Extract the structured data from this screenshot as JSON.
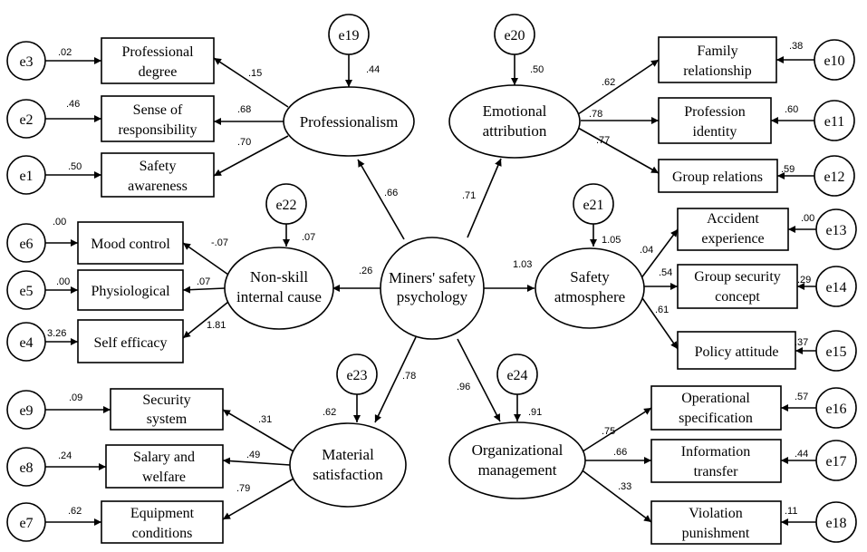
{
  "diagram": {
    "center": {
      "label_lines": [
        "Miners' safety",
        "psychology"
      ]
    },
    "latents": {
      "professionalism": {
        "label_lines": [
          "Professionalism"
        ],
        "path_coef": ".66"
      },
      "emotional": {
        "label_lines": [
          "Emotional",
          "attribution"
        ],
        "path_coef": ".71"
      },
      "nonskill": {
        "label_lines": [
          "Non-skill",
          "internal cause"
        ],
        "path_coef": ".26"
      },
      "safety_atm": {
        "label_lines": [
          "Safety",
          "atmosphere"
        ],
        "path_coef": "1.03"
      },
      "material": {
        "label_lines": [
          "Material",
          "satisfaction"
        ],
        "path_coef": ".78"
      },
      "organizational": {
        "label_lines": [
          "Organizational",
          "management"
        ],
        "path_coef": ".96"
      }
    },
    "disturbances": {
      "e19": {
        "label": "e19",
        "value": ".44"
      },
      "e20": {
        "label": "e20",
        "value": ".50"
      },
      "e21": {
        "label": "e21",
        "value": "1.05"
      },
      "e22": {
        "label": "e22",
        "value": ".07"
      },
      "e23": {
        "label": "e23",
        "value": ".62"
      },
      "e24": {
        "label": "e24",
        "value": ".91"
      }
    },
    "indicators": {
      "prof_degree": {
        "label_lines": [
          "Professional",
          "degree"
        ],
        "loading": ".15",
        "error": "e3",
        "error_value": ".02"
      },
      "sense_resp": {
        "label_lines": [
          "Sense of",
          "responsibility"
        ],
        "loading": ".68",
        "error": "e2",
        "error_value": ".46"
      },
      "safety_aware": {
        "label_lines": [
          "Safety",
          "awareness"
        ],
        "loading": ".70",
        "error": "e1",
        "error_value": ".50"
      },
      "family_rel": {
        "label_lines": [
          "Family",
          "relationship"
        ],
        "loading": ".62",
        "error": "e10",
        "error_value": ".38"
      },
      "prof_identity": {
        "label_lines": [
          "Profession",
          "identity"
        ],
        "loading": ".78",
        "error": "e11",
        "error_value": ".60"
      },
      "group_rel": {
        "label_lines": [
          "Group relations"
        ],
        "loading": ".77",
        "error": "e12",
        "error_value": ".59"
      },
      "mood_ctrl": {
        "label_lines": [
          "Mood control"
        ],
        "loading": "-.07",
        "error": "e6",
        "error_value": ".00"
      },
      "physio": {
        "label_lines": [
          "Physiological"
        ],
        "loading": ".07",
        "error": "e5",
        "error_value": ".00"
      },
      "self_eff": {
        "label_lines": [
          "Self efficacy"
        ],
        "loading": "1.81",
        "error": "e4",
        "error_value": "3.26"
      },
      "accident_exp": {
        "label_lines": [
          "Accident",
          "experience"
        ],
        "loading": ".04",
        "error": "e13",
        "error_value": ".00"
      },
      "group_sec": {
        "label_lines": [
          "Group security",
          "concept"
        ],
        "loading": ".54",
        "error": "e14",
        "error_value": ".29"
      },
      "policy_att": {
        "label_lines": [
          "Policy attitude"
        ],
        "loading": ".61",
        "error": "e15",
        "error_value": ".37"
      },
      "security_sys": {
        "label_lines": [
          "Security",
          "system"
        ],
        "loading": ".31",
        "error": "e9",
        "error_value": ".09"
      },
      "salary": {
        "label_lines": [
          "Salary and",
          "welfare"
        ],
        "loading": ".49",
        "error": "e8",
        "error_value": ".24"
      },
      "equipment": {
        "label_lines": [
          "Equipment",
          "conditions"
        ],
        "loading": ".79",
        "error": "e7",
        "error_value": ".62"
      },
      "op_spec": {
        "label_lines": [
          "Operational",
          "specification"
        ],
        "loading": ".75",
        "error": "e16",
        "error_value": ".57"
      },
      "info_transfer": {
        "label_lines": [
          "Information",
          "transfer"
        ],
        "loading": ".66",
        "error": "e17",
        "error_value": ".44"
      },
      "violation": {
        "label_lines": [
          "Violation",
          "punishment"
        ],
        "loading": ".33",
        "error": "e18",
        "error_value": ".11"
      }
    }
  }
}
